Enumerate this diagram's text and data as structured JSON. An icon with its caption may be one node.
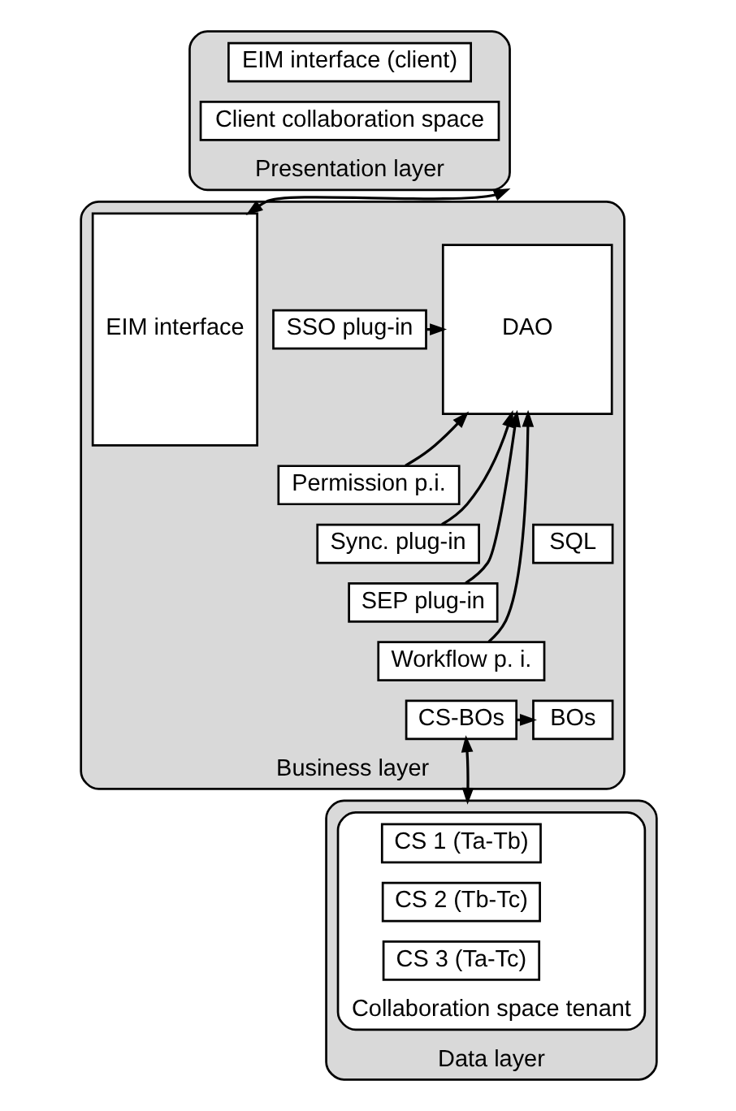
{
  "diagram": {
    "nodes": [
      {
        "text": [
          "Presentation layer"
        ]
      },
      {
        "text": [
          "EIM interface (client)"
        ],
        "in": 0
      },
      {
        "text": [
          "Client collaboration space"
        ],
        "in": 0
      },
      {
        "text": [
          "Business layer"
        ]
      },
      {
        "text": [
          "SSO plug-in"
        ],
        "in": 3
      },
      {
        "text": [
          "Permission p.i."
        ],
        "in": 3
      },
      {
        "text": [
          "Sync. plug-in"
        ],
        "in": 3
      },
      {
        "text": [
          "SEP plug-in"
        ],
        "in": 3
      },
      {
        "text": [
          "Workflow p. i."
        ],
        "in": 3
      },
      {
        "text": [
          "CS-BOs"
        ],
        "in": 3
      },
      {
        "text": [
          "DAO"
        ],
        "in": 3
      },
      {
        "text": [
          "SQL"
        ],
        "in": 3
      },
      {
        "text": [
          "BOs"
        ],
        "in": 3
      },
      {
        "text": [
          "EIM interface"
        ],
        "in": 3
      },
      {
        "text": [
          "Data layer"
        ]
      },
      {
        "text": [
          "Collaboration space tenant"
        ],
        "in": 14
      },
      {
        "text": [
          "CS 1 (Ta-Tb)"
        ],
        "in": 15
      },
      {
        "text": [
          "CS 2 (Tb-Tc)"
        ],
        "in": 15
      },
      {
        "text": [
          "CS 3 (Ta-Tc)"
        ],
        "in": 15
      }
    ],
    "edges": [
      {
        "from": 0,
        "to": 13,
        "arrow": "both"
      },
      {
        "from": 4,
        "to": 10,
        "arrow": "to"
      },
      {
        "from": 5,
        "to": 10,
        "arrow": "to"
      },
      {
        "from": 6,
        "to": 10,
        "arrow": "to"
      },
      {
        "from": 7,
        "to": 10,
        "arrow": "to"
      },
      {
        "from": 8,
        "to": 10,
        "arrow": "to"
      },
      {
        "from": 9,
        "to": 12,
        "arrow": "to"
      },
      {
        "from": 9,
        "to": 14,
        "arrow": "both"
      }
    ]
  }
}
